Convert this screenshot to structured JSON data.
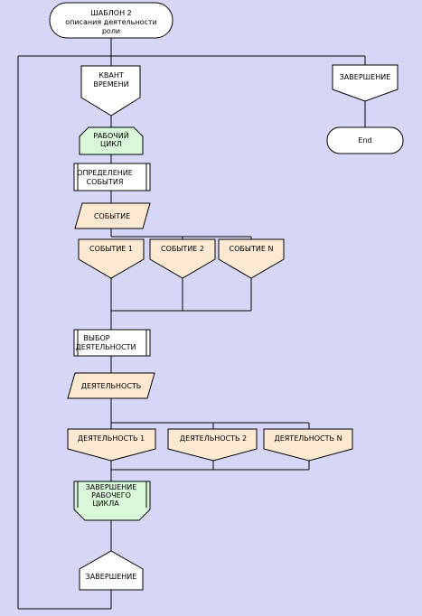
{
  "diagram": {
    "start": {
      "lines": [
        "ШАБЛОН  2",
        "описания  деятельности",
        "роли"
      ]
    },
    "time_quantum": {
      "lines": [
        "КВАНТ",
        "ВРЕМЕНИ"
      ]
    },
    "work_cycle": {
      "lines": [
        "РАБОЧИЙ",
        "ЦИКЛ"
      ]
    },
    "event_definition": {
      "lines": [
        "ОПРЕДЕЛЕНИЕ",
        "СОБЫТИЯ"
      ]
    },
    "event_data": {
      "label": "СОБЫТИЕ"
    },
    "event_branches": [
      "СОБЫТИЕ  1",
      "СОБЫТИЕ  2",
      "СОБЫТИЕ  N"
    ],
    "activity_selection": {
      "lines": [
        "ВЫБОР",
        "ДЕЯТЕЛЬНОСТИ"
      ]
    },
    "activity_data": {
      "label": "ДЕЯТЕЛЬНОСТЬ"
    },
    "activity_branches": [
      "ДЕЯТЕЛЬНОСТЬ  1",
      "ДЕЯТЕЛЬНОСТЬ  2",
      "ДЕЯТЕЛЬНОСТЬ  N"
    ],
    "work_cycle_end": {
      "lines": [
        "ЗАВЕРШЕНИЕ",
        "РАБОЧЕГО",
        "ЦИКЛА"
      ]
    },
    "completion": {
      "label": "ЗАВЕРШЕНИЕ"
    },
    "final_completion": {
      "label": "ЗАВЕРШЕНИЕ"
    },
    "end": {
      "label": "End"
    }
  },
  "colors": {
    "background": "#d6d7f7",
    "white_box": "#ffffff",
    "cycle_green": "#d9f7d9",
    "data_peach": "#fde9d2",
    "stroke": "#000000"
  }
}
